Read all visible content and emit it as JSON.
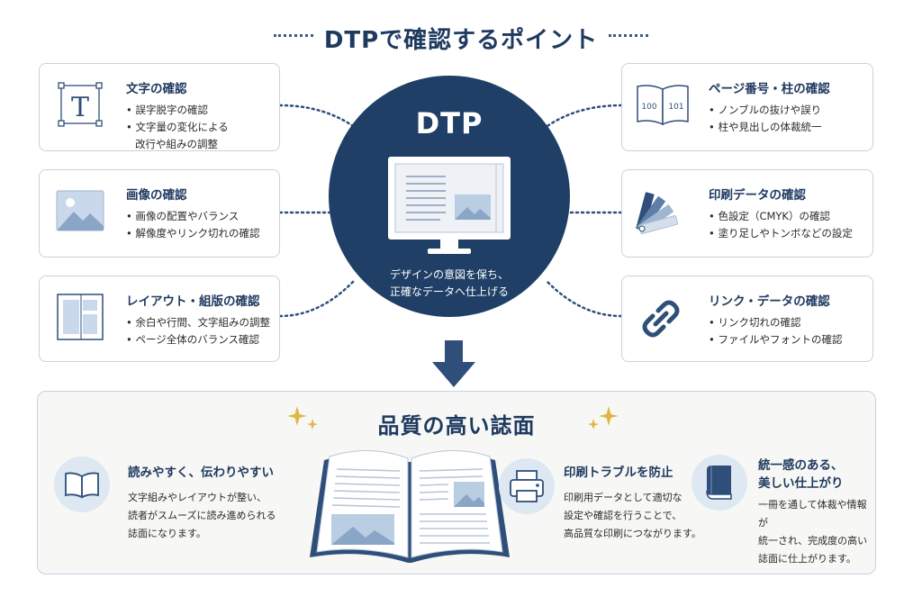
{
  "title": "DTPで確認するポイント",
  "center": {
    "label": "DTP",
    "caption_line1": "デザインの意図を保ち、",
    "caption_line2": "正確なデータへ仕上げる"
  },
  "left_cards": [
    {
      "title": "文字の確認",
      "items": [
        "誤字脱字の確認",
        "文字量の変化による",
        "改行や組みの調整"
      ],
      "icon": "text-t-icon"
    },
    {
      "title": "画像の確認",
      "items": [
        "画像の配置やバランス",
        "解像度やリンク切れの確認"
      ],
      "icon": "image-icon"
    },
    {
      "title": "レイアウト・組版の確認",
      "items": [
        "余白や行間、文字組みの調整",
        "ページ全体のバランス確認"
      ],
      "icon": "layout-icon"
    }
  ],
  "right_cards": [
    {
      "title": "ページ番号・柱の確認",
      "items": [
        "ノンブルの抜けや誤り",
        "柱や見出しの体裁統一"
      ],
      "icon": "open-book-pages-icon",
      "page_left": "100",
      "page_right": "101"
    },
    {
      "title": "印刷データの確認",
      "items": [
        "色設定（CMYK）の確認",
        "塗り足しやトンボなどの設定"
      ],
      "icon": "color-swatch-icon"
    },
    {
      "title": "リンク・データの確認",
      "items": [
        "リンク切れの確認",
        "ファイルやフォントの確認"
      ],
      "icon": "chain-link-icon"
    }
  ],
  "result": {
    "title": "品質の高い誌面",
    "features": [
      {
        "title": "読みやすく、伝わりやすい",
        "desc": [
          "文字組みやレイアウトが整い、",
          "読者がスムーズに読み進められる",
          "誌面になります。"
        ],
        "icon": "book-icon"
      },
      {
        "title": "印刷トラブルを防止",
        "desc": [
          "印刷用データとして適切な",
          "設定や確認を行うことで、",
          "高品質な印刷につながります。"
        ],
        "icon": "printer-icon"
      },
      {
        "title_line1": "統一感のある、",
        "title_line2": "美しい仕上がり",
        "desc": [
          "一冊を通して体裁や情報が",
          "統一され、完成度の高い",
          "誌面に仕上がります。"
        ],
        "icon": "closed-book-icon"
      }
    ]
  },
  "colors": {
    "navy": "#1f3f66",
    "text": "#1f3a60",
    "light_blue": "#dde8f2",
    "border": "#c9d2df"
  }
}
